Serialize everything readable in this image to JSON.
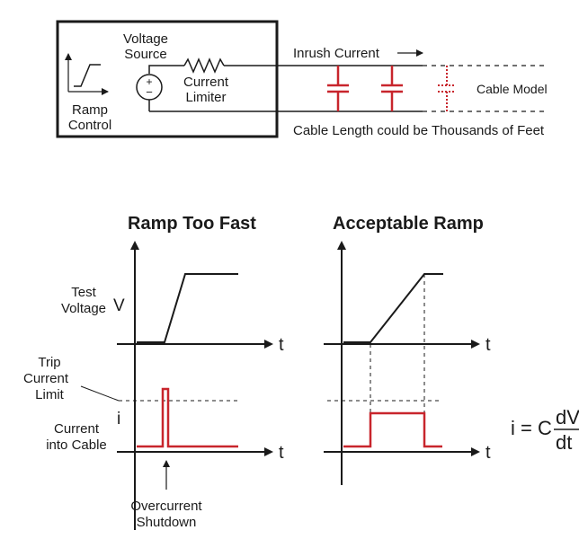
{
  "circuit": {
    "ramp_control_line1": "Ramp",
    "ramp_control_line2": "Control",
    "voltage_source_line1": "Voltage",
    "voltage_source_line2": "Source",
    "source_plus": "+",
    "source_minus": "−",
    "current_limiter_line1": "Current",
    "current_limiter_line2": "Limiter",
    "inrush_current": "Inrush Current",
    "cable_model": "Cable Model",
    "cable_length_note": "Cable Length could be Thousands of Feet"
  },
  "panel_fast": {
    "title": "Ramp Too Fast",
    "test_voltage_line1": "Test",
    "test_voltage_line2": "Voltage",
    "v_symbol": "V",
    "t_axis_top": "t",
    "trip_line1": "Trip",
    "trip_line2": "Current",
    "trip_line3": "Limit",
    "i_symbol": "i",
    "current_line1": "Current",
    "current_line2": "into Cable",
    "t_axis_bottom": "t",
    "shutdown_line1": "Overcurrent",
    "shutdown_line2": "Shutdown"
  },
  "panel_acceptable": {
    "title": "Acceptable Ramp",
    "t_axis_top": "t",
    "t_axis_bottom": "t"
  },
  "formula": {
    "lhs": "i = C",
    "numerator": "dV",
    "denominator": "dt"
  },
  "colors": {
    "line": "#1a1a1a",
    "highlight": "#c8252c"
  }
}
